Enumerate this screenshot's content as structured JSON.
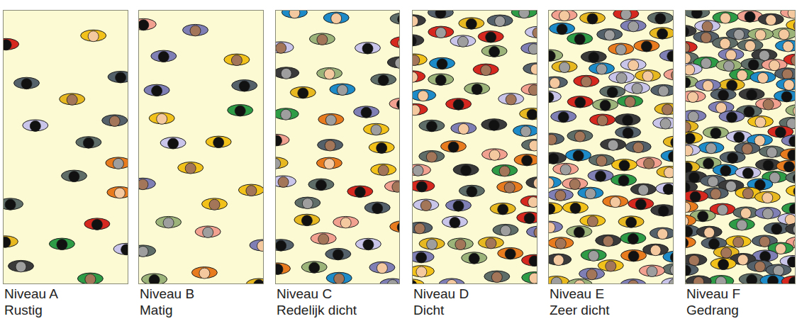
{
  "diagram": {
    "nodes": [
      {
        "text": [
          "Niveau A",
          "Rustig"
        ]
      },
      {
        "text": [
          "Niveau B",
          "Matig"
        ]
      },
      {
        "text": [
          "Niveau C",
          "Redelijk dicht"
        ]
      },
      {
        "text": [
          "Niveau D",
          "Dicht"
        ]
      },
      {
        "text": [
          "Niveau E",
          "Zeer dicht"
        ]
      },
      {
        "text": [
          "Niveau F",
          "Gedrang"
        ]
      }
    ]
  }
}
